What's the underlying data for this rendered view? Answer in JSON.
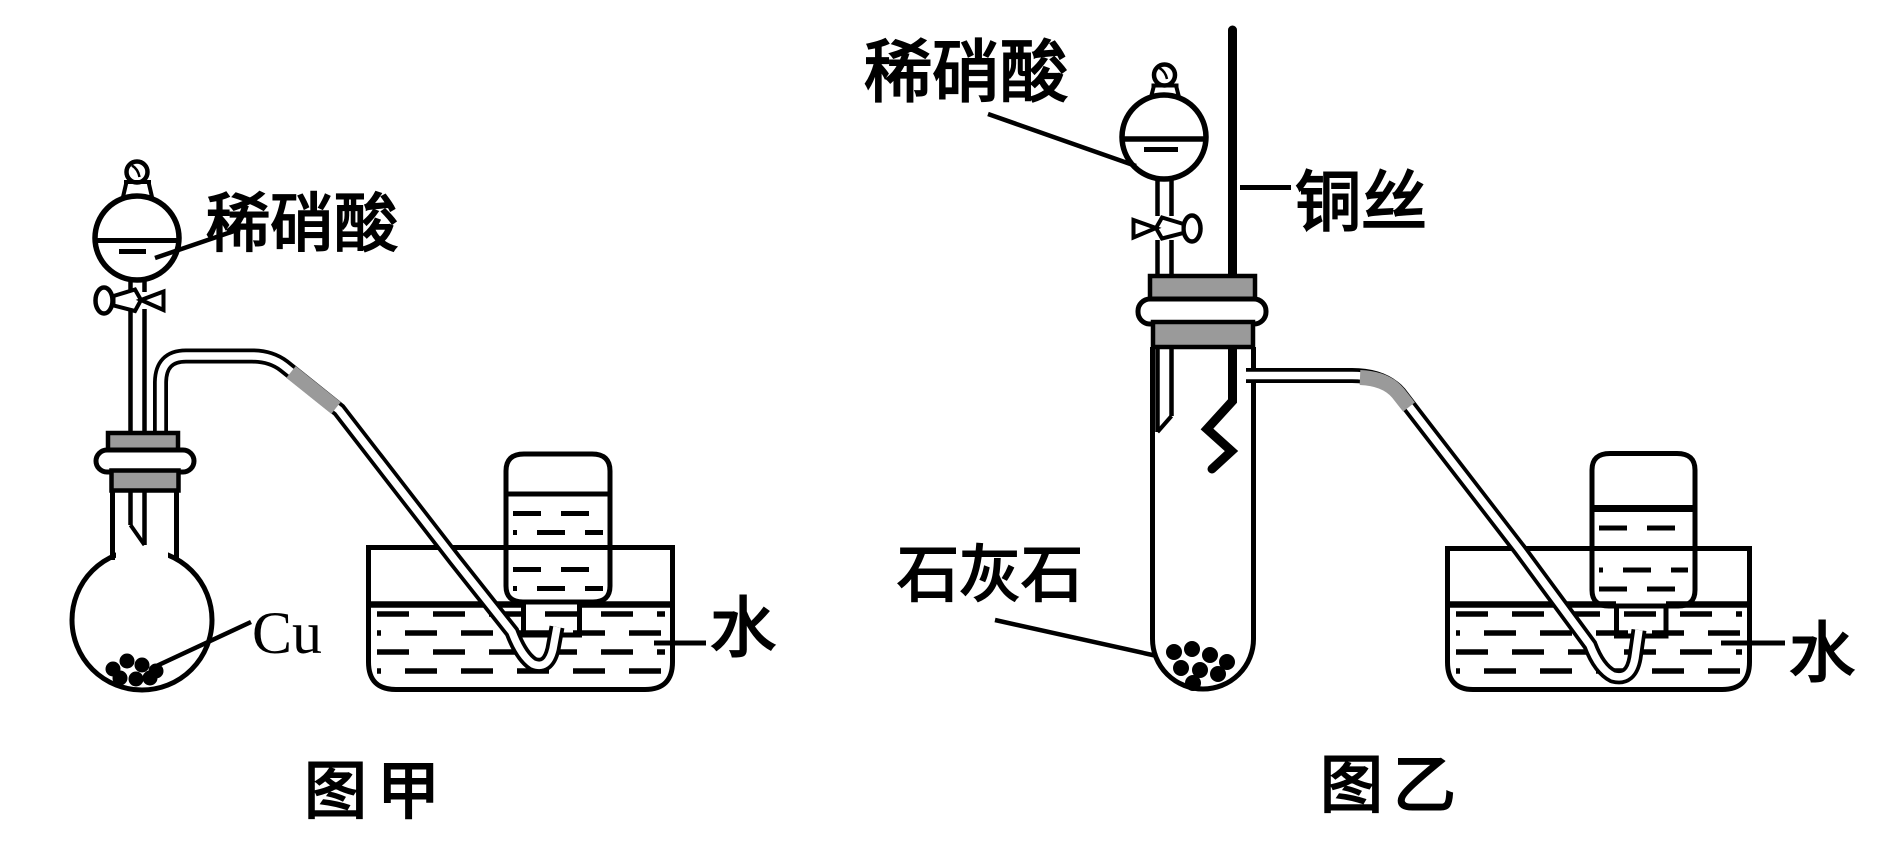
{
  "colors": {
    "line": "#000000",
    "stopper_gray": "#9a9a9a",
    "background": "#ffffff"
  },
  "figure_jia": {
    "caption": "图甲",
    "acid_label": "稀硝酸",
    "metal_label": "Cu",
    "water_label": "水"
  },
  "figure_yi": {
    "caption": "图乙",
    "acid_label": "稀硝酸",
    "wire_label": "铜丝",
    "limestone_label": "石灰石",
    "water_label": "水"
  }
}
